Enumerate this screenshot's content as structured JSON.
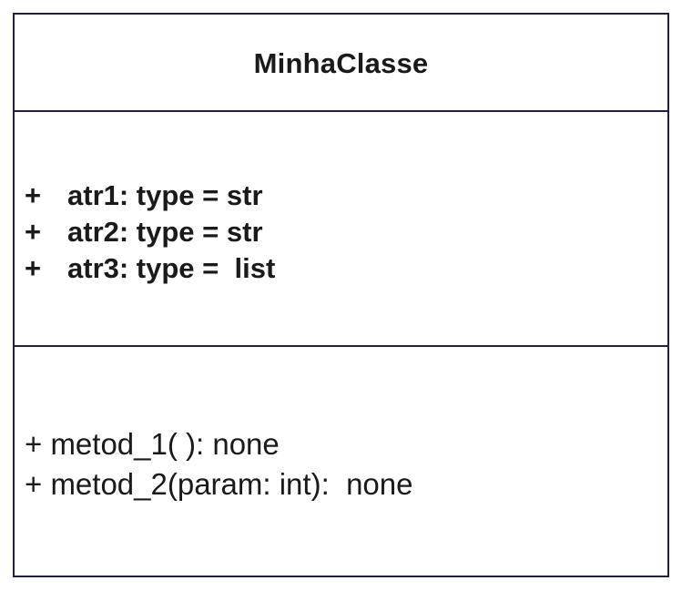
{
  "class": {
    "name": "MinhaClasse",
    "attributes": [
      {
        "visibility": "+",
        "text": "atr1: type = str"
      },
      {
        "visibility": "+",
        "text": "atr2: type = str"
      },
      {
        "visibility": "+",
        "text": "atr3: type =  list"
      }
    ],
    "methods": [
      {
        "text": "+ metod_1( ): none"
      },
      {
        "text": "+ metod_2(param: int):  none"
      }
    ]
  }
}
